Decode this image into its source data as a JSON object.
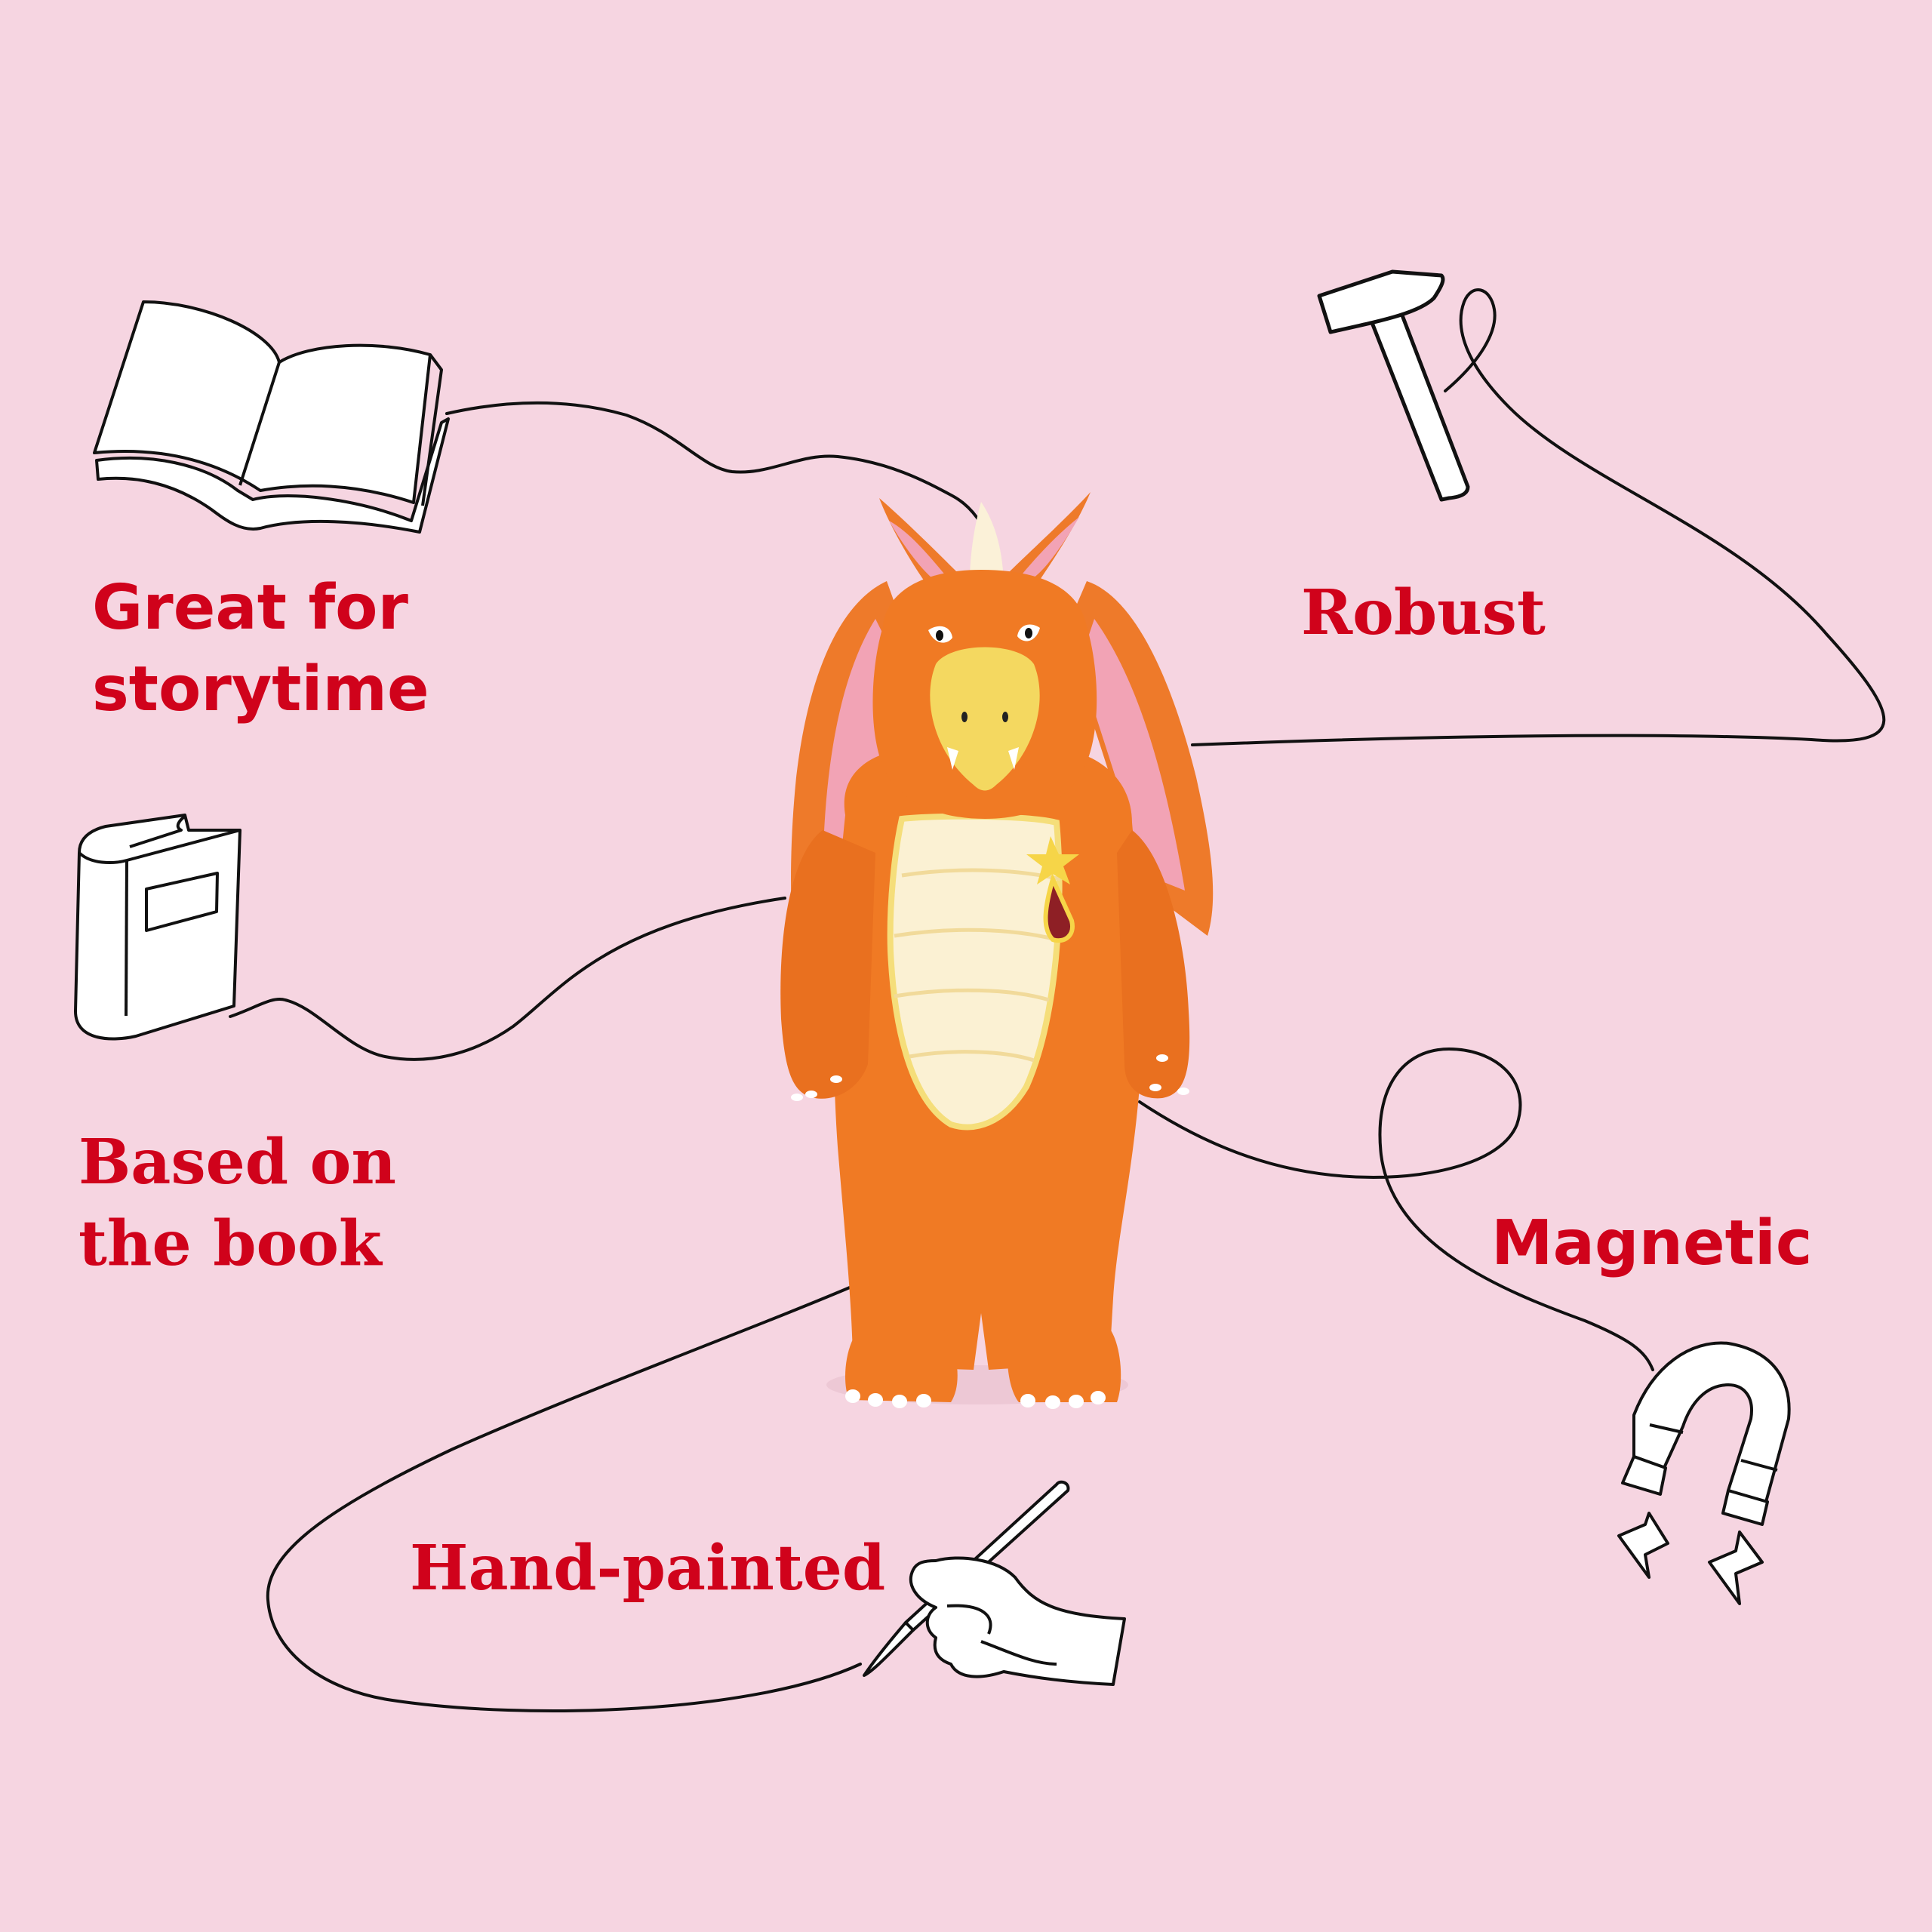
{
  "page": {
    "background_color": "#F6D5E1",
    "accent_text_color": "#D0021B",
    "line_color": "#111111"
  },
  "product": {
    "name": "orange-dragon-figure",
    "colors": {
      "body": "#F07A24",
      "body_shade": "#D9631A",
      "belly": "#FBF1D3",
      "belly_edge": "#F5DE7A",
      "snout": "#F4D860",
      "wing_inner": "#F2A3B5",
      "star": "#F6D548",
      "claws": "#FFFFFF"
    }
  },
  "features": [
    {
      "id": "storytime",
      "icon": "open-book-icon",
      "lines": [
        "Great for",
        "storytime"
      ]
    },
    {
      "id": "book",
      "icon": "closed-book-icon",
      "lines": [
        "Based on",
        "the book"
      ]
    },
    {
      "id": "robust",
      "icon": "hammer-icon",
      "lines": [
        "Robust"
      ]
    },
    {
      "id": "magnetic",
      "icon": "magnet-icon",
      "lines": [
        "Magnetic"
      ]
    },
    {
      "id": "hand-painted",
      "icon": "painting-hand-icon",
      "lines": [
        "Hand-painted"
      ]
    }
  ]
}
